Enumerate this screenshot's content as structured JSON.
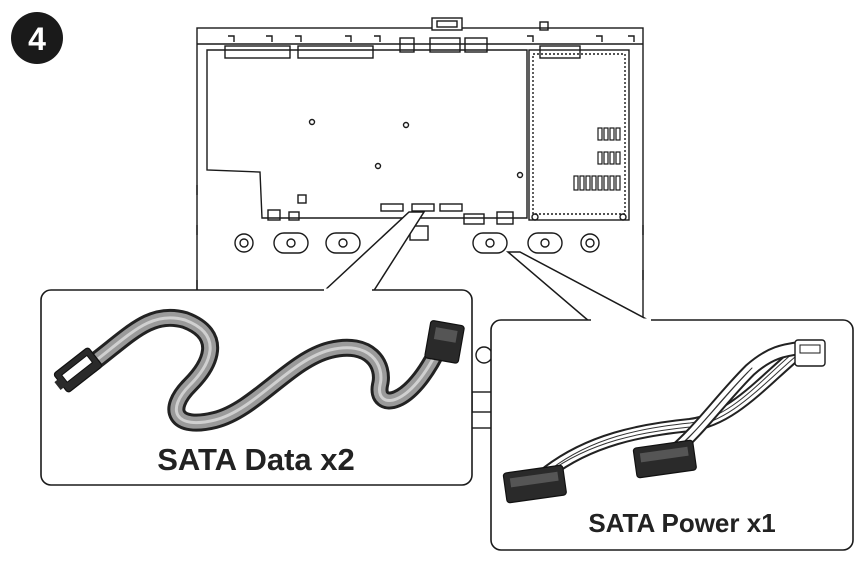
{
  "step": {
    "number": "4"
  },
  "callouts": {
    "sata_data": {
      "label": "SATA Data x2"
    },
    "sata_power": {
      "label": "SATA Power x1"
    }
  },
  "colors": {
    "line": "#1a1a1a",
    "step_badge": "#1a1a1a",
    "cable_gray": "#8a8a8a"
  }
}
